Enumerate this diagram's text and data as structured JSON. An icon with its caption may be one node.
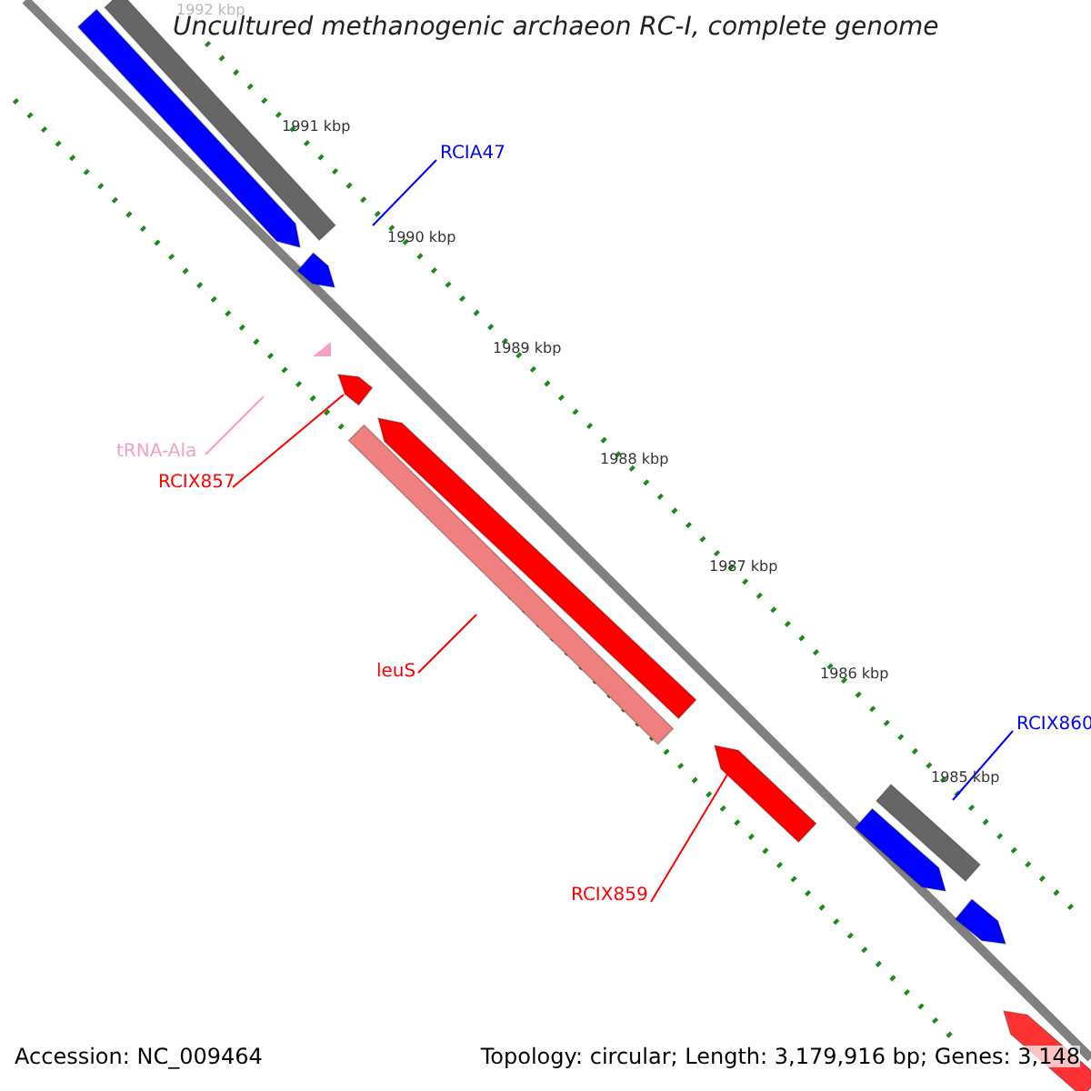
{
  "diagram": {
    "title": "Uncultured methanogenic archaeon RC-I, complete genome",
    "nodes": [
      {
        "text": [
          "RCIA47"
        ]
      },
      {
        "text": [],
        "shape": "bar"
      },
      {
        "text": [
          "tRNA-Ala"
        ]
      },
      {
        "text": [],
        "shape": "triangle"
      },
      {
        "text": [
          "RCIX857"
        ]
      },
      {
        "text": [],
        "shape": "bar"
      },
      {
        "text": [
          "leuS"
        ]
      },
      {
        "text": [],
        "shape": "bar"
      },
      {
        "text": [
          "RCIX859"
        ]
      },
      {
        "text": [],
        "shape": "bar"
      },
      {
        "text": [
          "RCIX860"
        ]
      },
      {
        "text": [],
        "shape": "bar"
      }
    ],
    "edges": [
      {
        "from": 0,
        "to": 1,
        "arrow": "none",
        "color": "#0000ff"
      },
      {
        "from": 2,
        "to": 3,
        "arrow": "none",
        "color": "#ff99cc"
      },
      {
        "from": 4,
        "to": 5,
        "arrow": "none"
      },
      {
        "from": 6,
        "to": 7,
        "arrow": "none"
      },
      {
        "from": 8,
        "to": 9,
        "arrow": "none"
      },
      {
        "from": 10,
        "to": 11,
        "arrow": "none",
        "color": "#0000ff"
      }
    ],
    "labels": [
      "1992 kbp",
      "1991 kbp",
      "1990 kbp",
      "1989 kbp",
      "1988 kbp",
      "1987 kbp",
      "1986 kbp",
      "1985 kbp",
      "Accession: NC_009464",
      "Topology: circular; Length: 3,179,916 bp; Genes: 3,148"
    ]
  }
}
